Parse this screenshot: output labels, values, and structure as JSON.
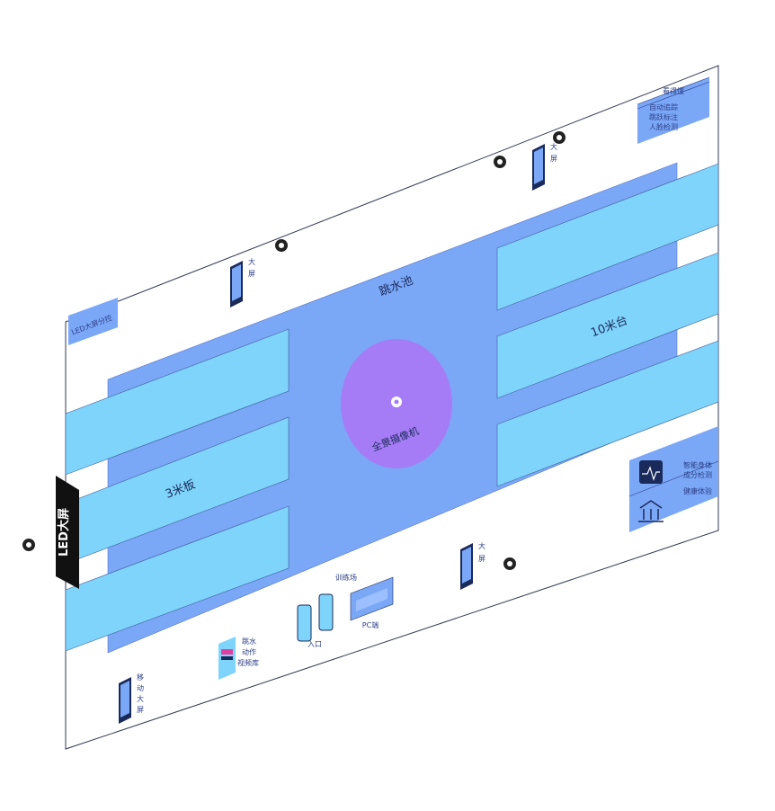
{
  "pool_label": "跳水池",
  "platform_10m_label": "10米台",
  "springboard_3m_label": "3米板",
  "panorama_camera_label": "全景摄像机",
  "led_screen_label": "LED大屏",
  "led_control_label": "LED大屏分控",
  "top_right_panel": {
    "title": "看得懂",
    "lines": [
      "自动追踪",
      "跳跃标注",
      "人脸检测"
    ]
  },
  "bottom_right_panel": {
    "item1_lines": [
      "智能身体",
      "成分检测"
    ],
    "item2_label": "健康体验"
  },
  "screens": {
    "top_left": [
      "大",
      "屏"
    ],
    "top_right": [
      "大",
      "屏"
    ],
    "bottom_mid": [
      "大",
      "屏"
    ],
    "bottom_left": [
      "移",
      "动",
      "大",
      "屏"
    ]
  },
  "kiosk_lines": [
    "跳水",
    "动作",
    "视频库"
  ],
  "training_label": "训练场",
  "phone_label": "入口",
  "pc_label": "PC端",
  "colors": {
    "pool": "#7ba7f7",
    "platform": "#7fd4fb",
    "camera_disc": "#a57cf5",
    "panel": "#7ba7f7",
    "led": "#111111"
  },
  "icons": [
    "camera-icon",
    "smartphone-icon",
    "body-scan-icon",
    "temple-icon",
    "kiosk-icon",
    "laptop-icon"
  ]
}
